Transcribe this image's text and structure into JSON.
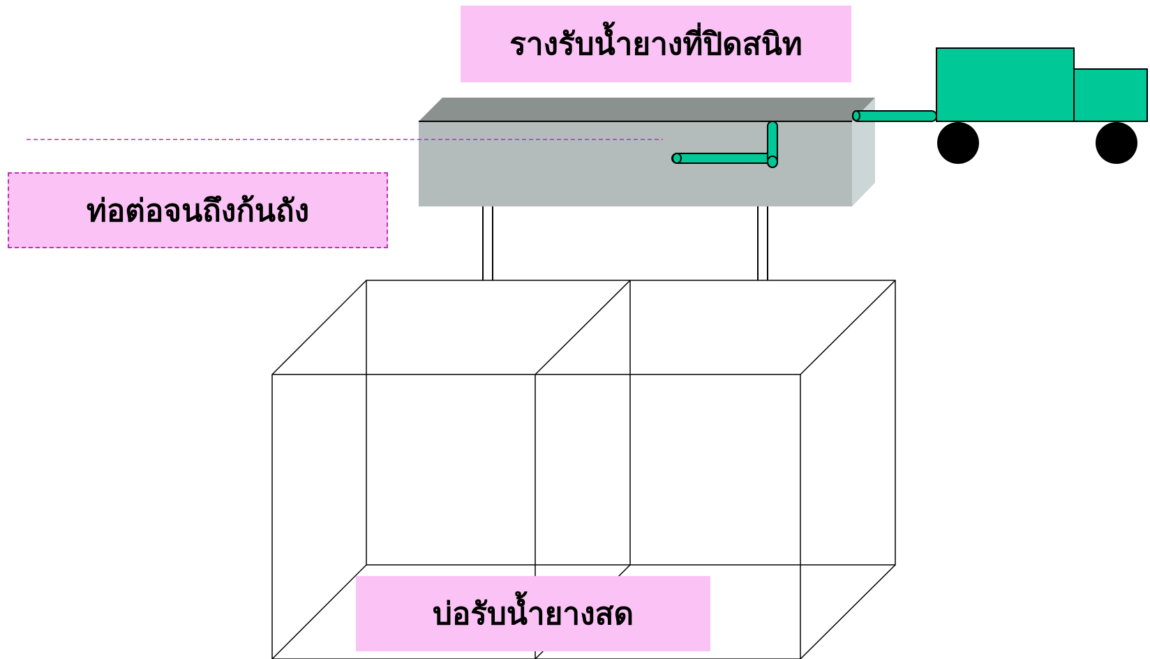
{
  "labels": {
    "trough": "รางรับน้ำยางที่ปิดสนิท",
    "pipe": "ท่อต่อจนถึงก้นถัง",
    "pit": "บ่อรับน้ำยางสด"
  },
  "colors": {
    "label_fill": "#fbc3f5",
    "dashed_accent": "#c030b0",
    "trough_front": "#b3bbbb",
    "trough_top": "#8a918f",
    "trough_side": "#cdd6d6",
    "pipe_green": "#00c896",
    "truck_green": "#00c896",
    "wheel": "#000000",
    "outline": "#000000"
  },
  "icons": {
    "truck": "truck-icon",
    "wheel": "wheel-icon"
  }
}
